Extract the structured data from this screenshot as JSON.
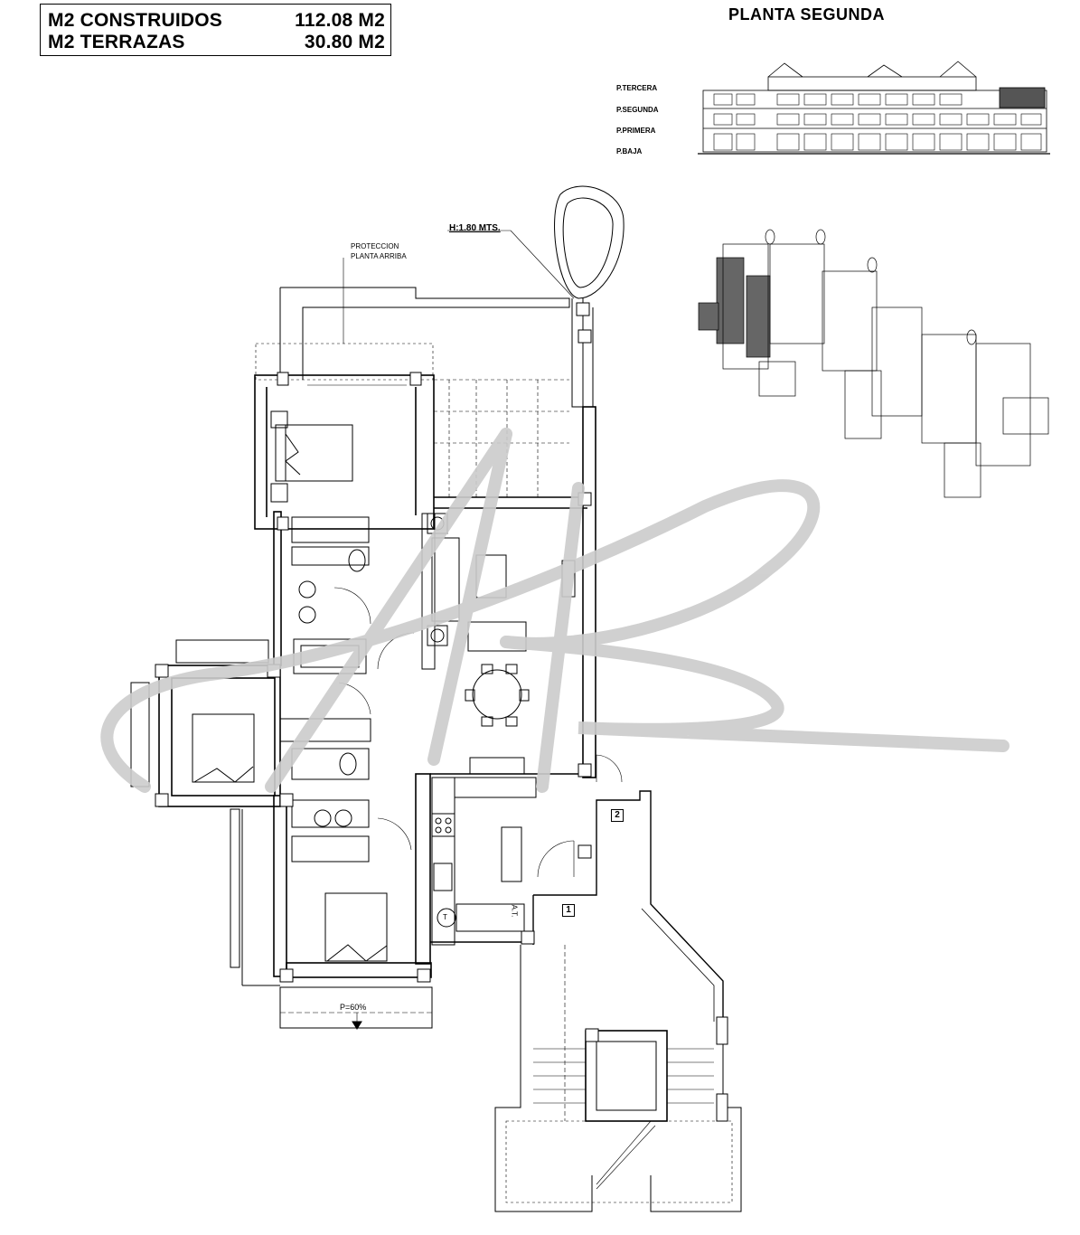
{
  "summary": {
    "built_label": "M2 CONSTRUIDOS",
    "built_value": "112.08 M2",
    "terrace_label": "M2 TERRAZAS",
    "terrace_value": "30.80 M2"
  },
  "title": "PLANTA SEGUNDA",
  "levels": [
    "P.TERCERA",
    "P.SEGUNDA",
    "P.PRIMERA",
    "P.BAJA"
  ],
  "annotations": {
    "proteccion_line1": "PROTECCION",
    "proteccion_line2": "PLANTA ARRIBA",
    "height": "H:1.80 MTS.",
    "slope": "P=60%",
    "at": "A.T.",
    "t": "T"
  },
  "room_labels": [
    "1",
    "2"
  ],
  "watermark": "AB"
}
